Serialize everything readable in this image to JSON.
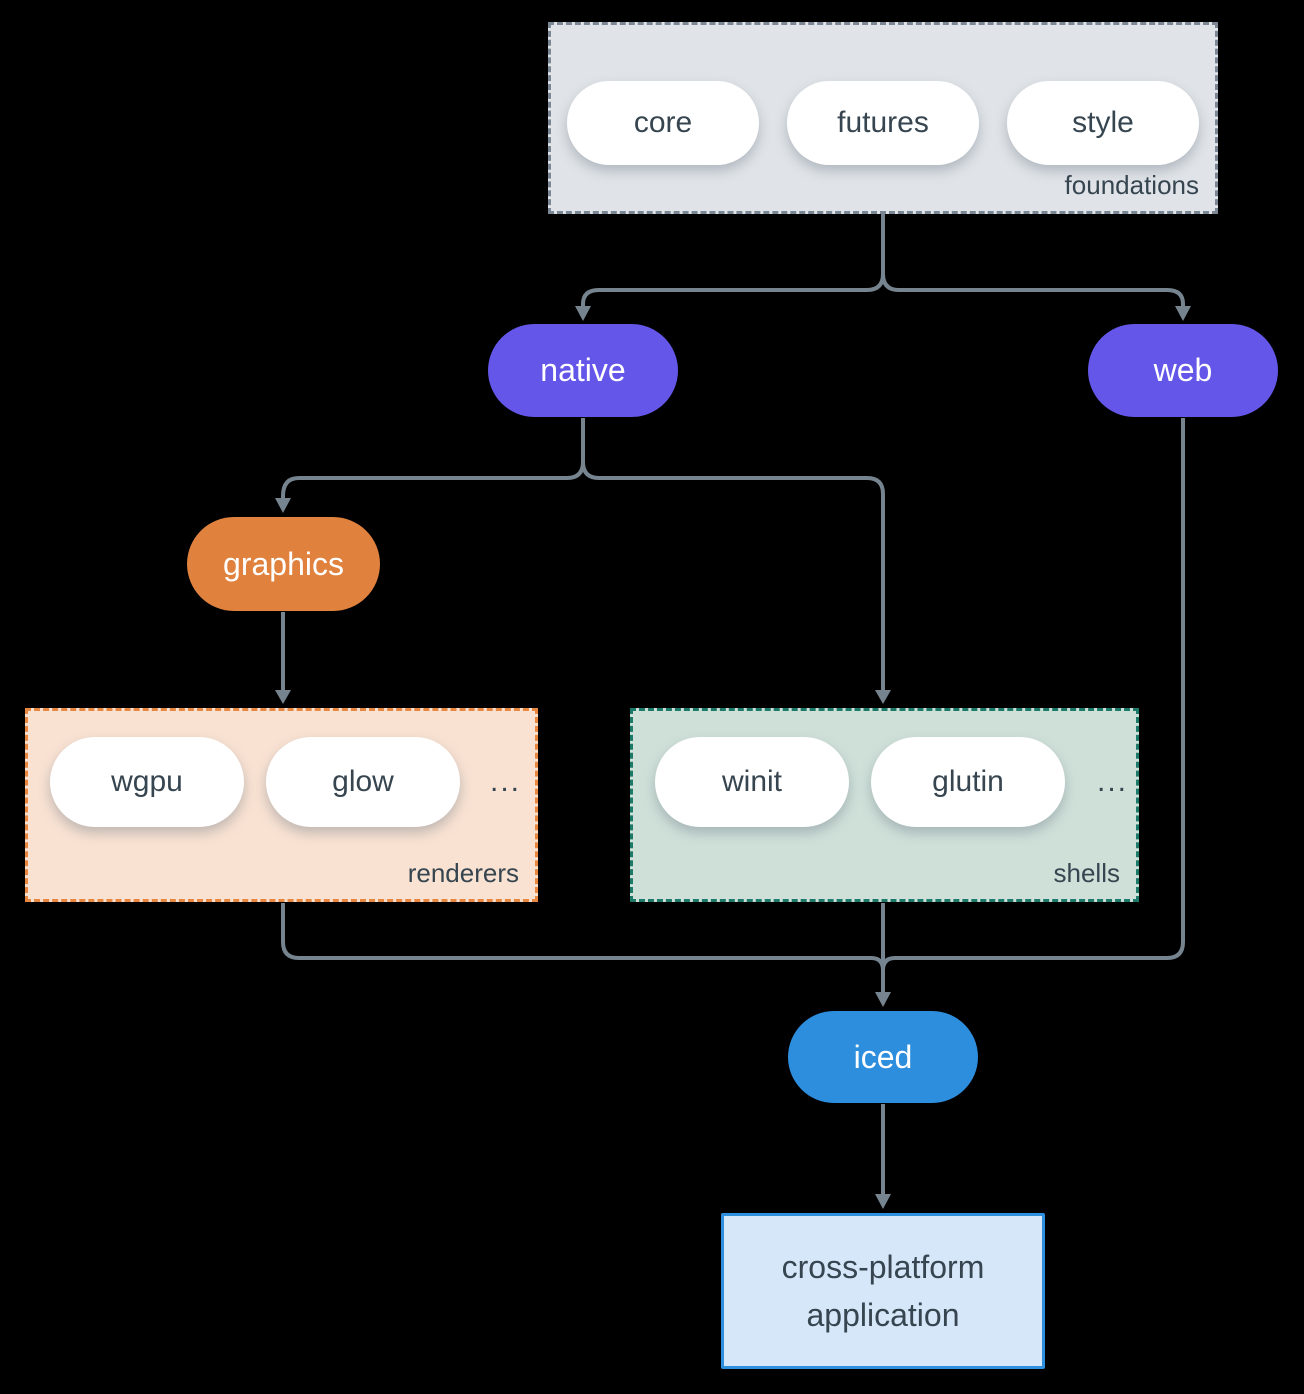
{
  "foundations": {
    "label": "foundations",
    "pills": [
      "core",
      "futures",
      "style"
    ]
  },
  "native": {
    "label": "native"
  },
  "web": {
    "label": "web"
  },
  "graphics": {
    "label": "graphics"
  },
  "renderers": {
    "label": "renderers",
    "pills": [
      "wgpu",
      "glow"
    ],
    "ellipsis": "..."
  },
  "shells": {
    "label": "shells",
    "pills": [
      "winit",
      "glutin"
    ],
    "ellipsis": "..."
  },
  "iced": {
    "label": "iced"
  },
  "app": {
    "label": "cross-platform application"
  },
  "colors": {
    "background": "#000000",
    "arrow": "#76848f",
    "foundations_fill": "#e0e4e8",
    "foundations_border": "#7b8794",
    "renderers_fill": "#f9e2d2",
    "renderers_border": "#e8873f",
    "shells_fill": "#cfe0d9",
    "shells_border": "#1d7a68",
    "purple_node": "#6356e8",
    "orange_node": "#e0813e",
    "blue_node": "#2e8ede",
    "app_fill": "#d6e7f9",
    "app_border": "#2e8fde",
    "text_dark": "#36454f",
    "pill_fill": "#ffffff"
  }
}
